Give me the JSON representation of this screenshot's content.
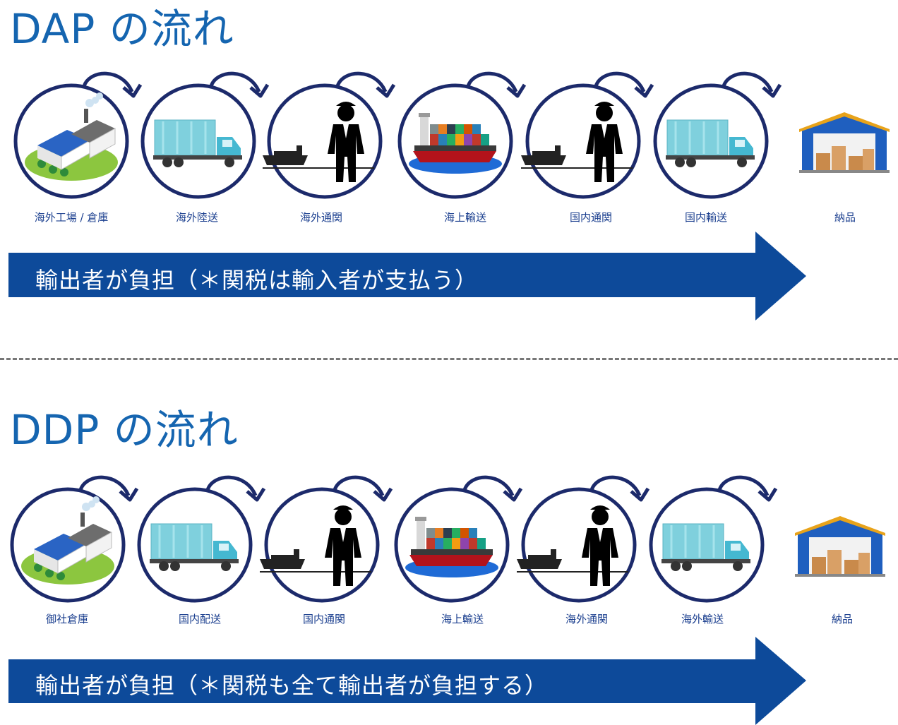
{
  "colors": {
    "title": "#1565b0",
    "circle": "#1c2a6b",
    "band": "#0d4a9a",
    "label": "#1b3f8f"
  },
  "sections": [
    {
      "title": "DAP の流れ",
      "steps": [
        {
          "icon": "factory-icon",
          "label": "海外工場 / 倉庫"
        },
        {
          "icon": "truck-icon",
          "label": "海外陸送"
        },
        {
          "icon": "customs-officer-icon",
          "label": "海外通関"
        },
        {
          "icon": "container-ship-icon",
          "label": "海上輸送"
        },
        {
          "icon": "customs-officer-icon",
          "label": "国内通関"
        },
        {
          "icon": "truck-icon",
          "label": "国内輸送"
        },
        {
          "icon": "warehouse-icon",
          "label": "納品"
        }
      ],
      "band_text": "輸出者が負担（＊関税は輸入者が支払う）"
    },
    {
      "title": "DDP の流れ",
      "steps": [
        {
          "icon": "factory-icon",
          "label": "御社倉庫"
        },
        {
          "icon": "truck-icon",
          "label": "国内配送"
        },
        {
          "icon": "customs-officer-icon",
          "label": "国内通関"
        },
        {
          "icon": "container-ship-icon",
          "label": "海上輸送"
        },
        {
          "icon": "customs-officer-icon",
          "label": "海外通関"
        },
        {
          "icon": "truck-icon",
          "label": "海外輸送"
        },
        {
          "icon": "warehouse-icon",
          "label": "納品"
        }
      ],
      "band_text": "輸出者が負担（＊関税も全て輸出者が負担する）"
    }
  ]
}
